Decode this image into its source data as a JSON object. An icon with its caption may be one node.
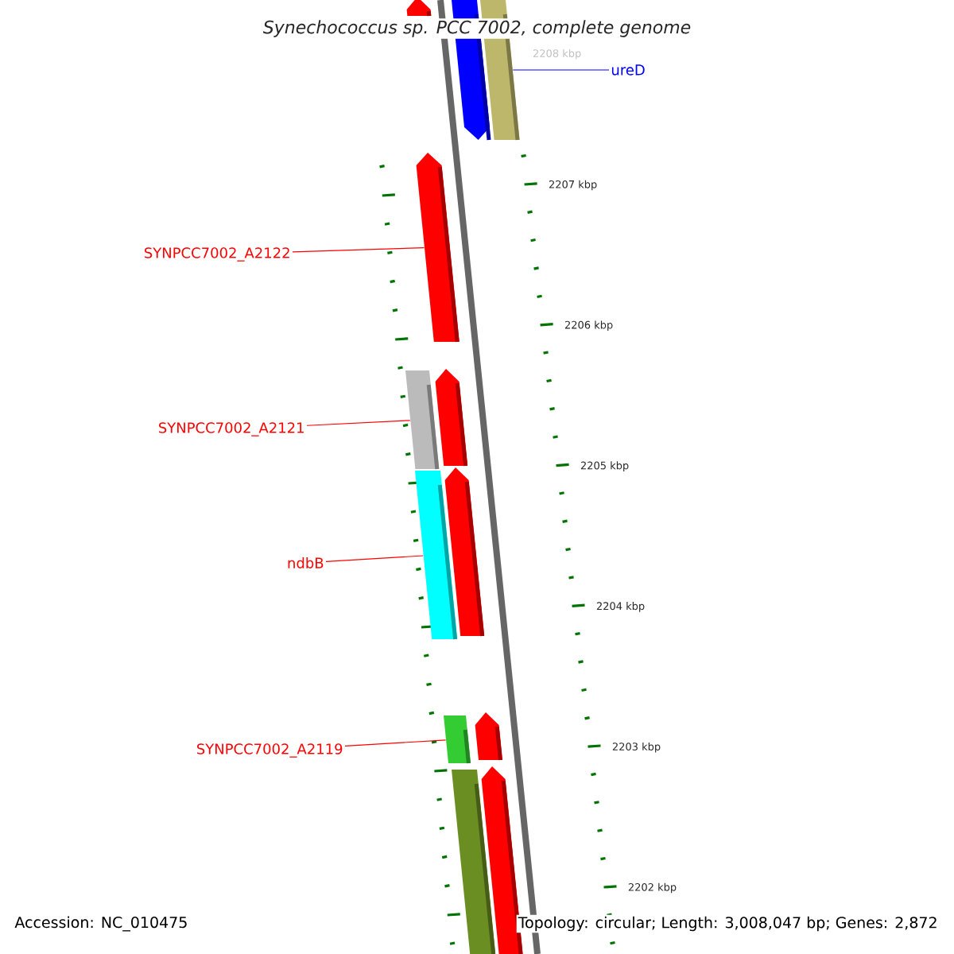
{
  "diagram": {
    "title": "Synechococcus sp. PCC 7002, complete genome",
    "nodes": [
      {
        "text": [
          "ureD"
        ]
      },
      {
        "text": [
          "SYNPCC7002_A2122"
        ]
      },
      {
        "text": [
          "SYNPCC7002_A2121"
        ]
      },
      {
        "text": [
          "ndbB"
        ]
      },
      {
        "text": [
          "SYNPCC7002_A2119"
        ]
      },
      {
        "text": [],
        "shape": "arrow"
      },
      {
        "text": [],
        "shape": "arrow"
      },
      {
        "text": [],
        "shape": "box"
      },
      {
        "text": [],
        "shape": "arrow"
      },
      {
        "text": [],
        "shape": "box"
      },
      {
        "text": [],
        "shape": "arrow"
      },
      {
        "text": [],
        "shape": "box"
      },
      {
        "text": [],
        "shape": "arrow"
      },
      {
        "text": [],
        "shape": "box"
      },
      {
        "text": [],
        "shape": "arrow"
      },
      {
        "text": [],
        "shape": "box"
      },
      {
        "text": [],
        "shape": "arrow"
      }
    ],
    "edges": [
      {
        "from": 0,
        "to": 7,
        "arrow": "none",
        "color": "#0000ff"
      },
      {
        "from": 1,
        "to": 8,
        "arrow": "none"
      },
      {
        "from": 2,
        "to": 9,
        "arrow": "none"
      },
      {
        "from": 3,
        "to": 11,
        "arrow": "none"
      },
      {
        "from": 4,
        "to": 13,
        "arrow": "none"
      }
    ],
    "labels": [
      "2208 kbp",
      "2207 kbp",
      "2206 kbp",
      "2205 kbp",
      "2204 kbp",
      "2203 kbp",
      "2202 kbp",
      "Accession: NC_010475",
      "Topology: circular; Length: 3,008,047 bp; Genes: 2,872"
    ]
  }
}
